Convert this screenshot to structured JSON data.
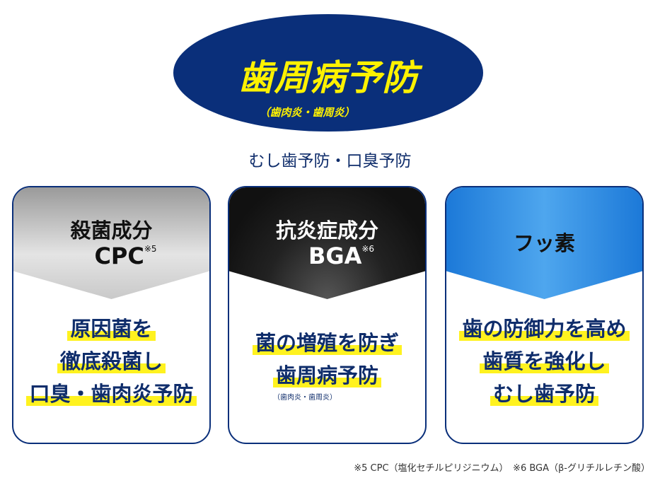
{
  "hero": {
    "title": "歯周病予防",
    "subtitle": "（歯肉炎・歯周炎）"
  },
  "tagline": "むし歯予防・口臭予防",
  "cards": [
    {
      "head1": "殺菌成分",
      "head2": "CPC",
      "note": "※5",
      "lines": [
        "原因菌を",
        "徹底殺菌し",
        "口臭・歯肉炎予防"
      ],
      "small": ""
    },
    {
      "head1": "抗炎症成分",
      "head2": "BGA",
      "note": "※6",
      "lines": [
        "菌の増殖を防ぎ",
        "歯周病予防"
      ],
      "small": "（歯肉炎・歯周炎）"
    },
    {
      "head1": "フッ素",
      "head2": "",
      "note": "",
      "lines": [
        "歯の防御力を高め",
        "歯質を強化し",
        "むし歯予防"
      ],
      "small": ""
    }
  ],
  "footnote": "※5 CPC（塩化セチルピリジニウム）　※6 BGA（β-グリチルレチン酸）"
}
